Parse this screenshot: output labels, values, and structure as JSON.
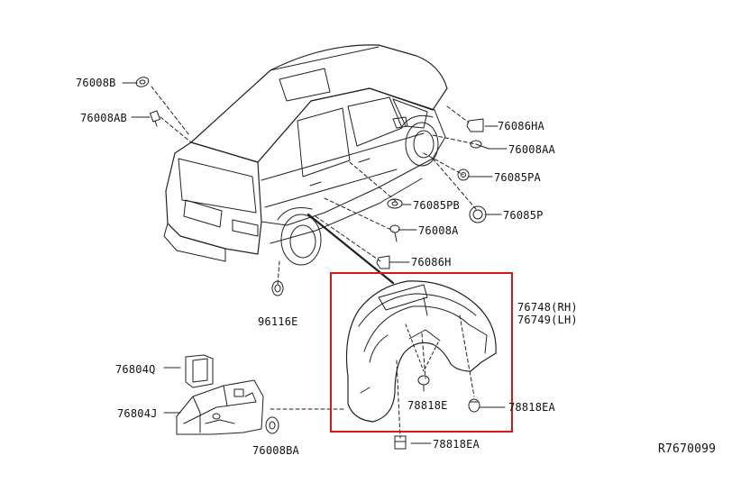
{
  "diagram": {
    "drawing_id": "R7670099",
    "highlight_color": "#d21a1a",
    "parts": {
      "p_76008B": "76008B",
      "p_76008AB": "76008AB",
      "p_76086HA": "76086HA",
      "p_76008AA": "76008AA",
      "p_76085PA": "76085PA",
      "p_76085PB": "76085PB",
      "p_76085P": "76085P",
      "p_76008A": "76008A",
      "p_76086H": "76086H",
      "p_96116E": "96116E",
      "p_76748": "76748(RH)",
      "p_76749": "76749(LH)",
      "p_78818E": "78818E",
      "p_78818EA_right": "78818EA",
      "p_78818EA_bottom": "78818EA",
      "p_76804Q": "76804Q",
      "p_76804J": "76804J",
      "p_76008BA": "76008BA"
    }
  }
}
